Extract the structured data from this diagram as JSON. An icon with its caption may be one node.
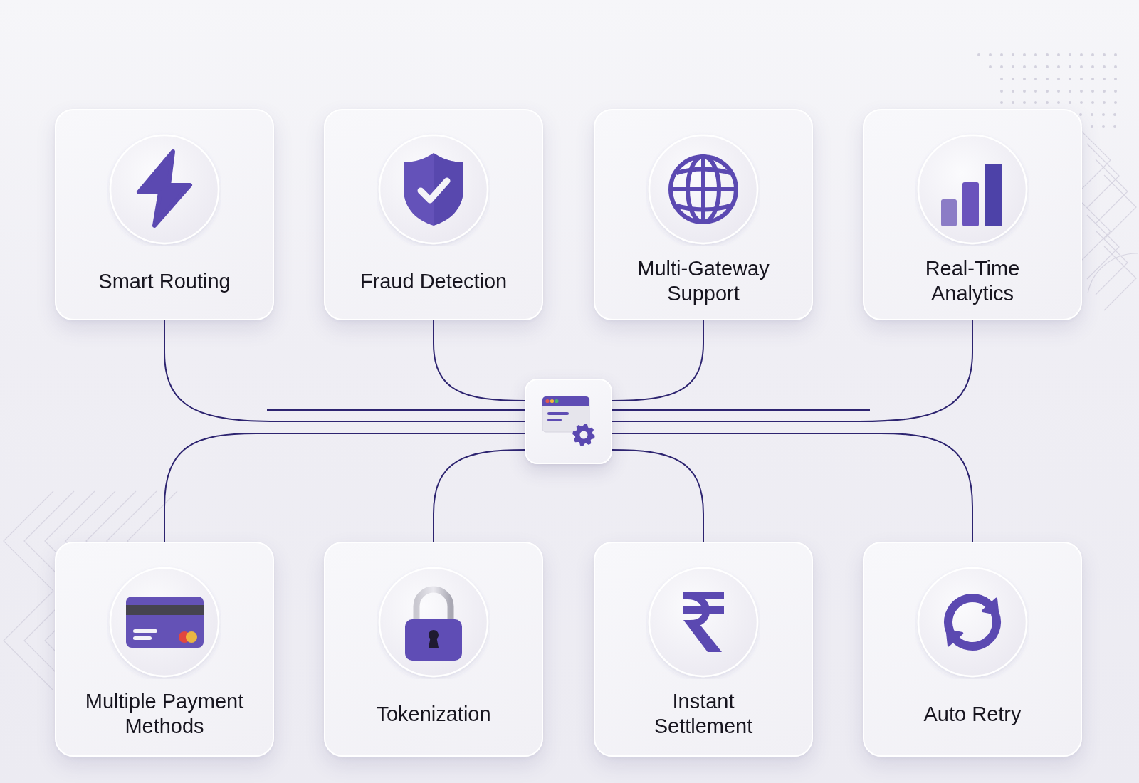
{
  "diagram": {
    "nodes": [
      {
        "text": [
          "Smart Routing"
        ]
      },
      {
        "text": [
          "Fraud Detection"
        ]
      },
      {
        "text": [
          "Multi-Gateway Support"
        ]
      },
      {
        "text": [
          "Real-Time Analytics"
        ]
      },
      {
        "text": [],
        "shape": "box"
      },
      {
        "text": [
          "Multiple Payment Methods"
        ]
      },
      {
        "text": [
          "Tokenization"
        ]
      },
      {
        "text": [
          "Instant Settlement"
        ]
      },
      {
        "text": [
          "Auto Retry"
        ]
      }
    ],
    "edges": [
      {
        "from": 0,
        "to": 4,
        "arrow": "none"
      },
      {
        "from": 1,
        "to": 4,
        "arrow": "none"
      },
      {
        "from": 2,
        "to": 4,
        "arrow": "none"
      },
      {
        "from": 3,
        "to": 4,
        "arrow": "none"
      },
      {
        "from": 4,
        "to": 5,
        "arrow": "none"
      },
      {
        "from": 4,
        "to": 6,
        "arrow": "none"
      },
      {
        "from": 4,
        "to": 7,
        "arrow": "none"
      },
      {
        "from": 4,
        "to": 8,
        "arrow": "none"
      }
    ]
  }
}
